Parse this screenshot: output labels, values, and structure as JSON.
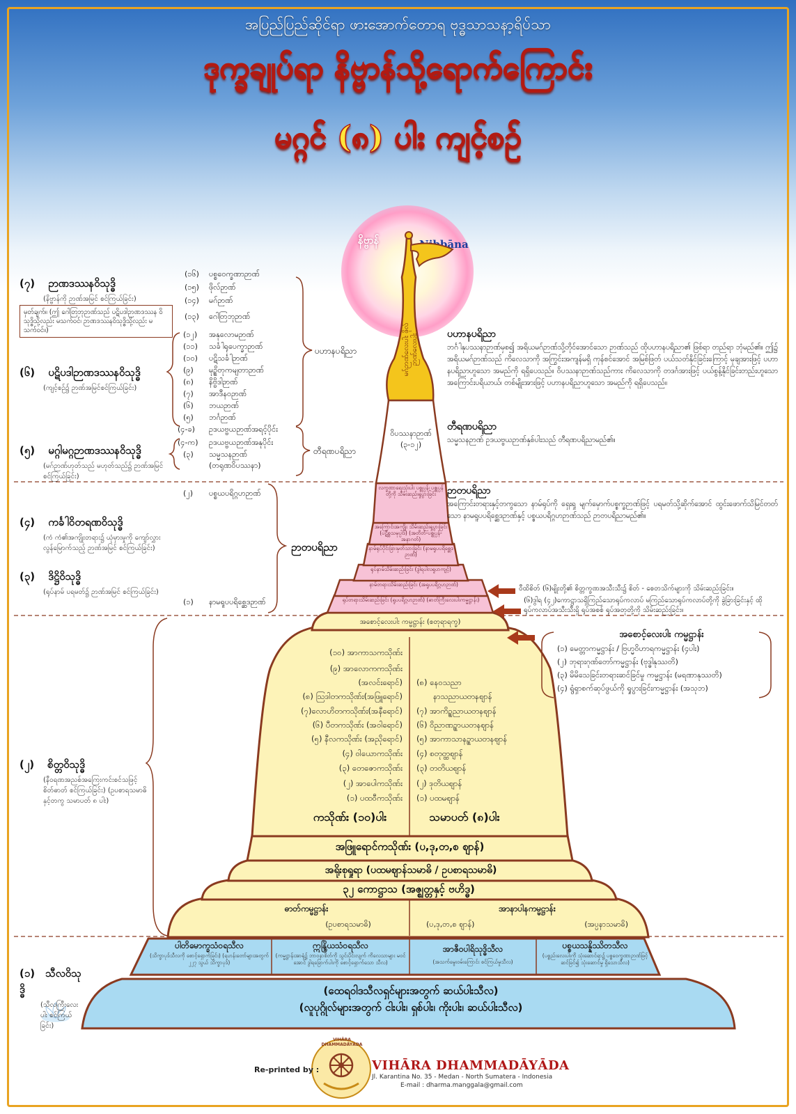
{
  "header": {
    "super_title": "အပြည်ပြည်ဆိုင်ရာ ဖားအောက်တောရ ဗုဒ္ဓသာသနာ့ရိပ်သာ",
    "title_line1": "ဒုက္ခချုပ်ရာ နိဗ္ဗာန်သို့ရောက်ကြောင်း",
    "title_line2": "မဂ္ဂင် (၈) ပါး ကျင့်စဉ်"
  },
  "summit": {
    "label_my": "နိဗ္ဗာန်",
    "label_en": "Nibbāna",
    "spire_text": "မဂ်ဉာဏ်လေးပါး ဖိုလ်ဉာဏ်လေးပါး"
  },
  "purifications": [
    {
      "num": "(၇)",
      "name": "ဉာဏဒဿနဝိသုဒ္ဓိ",
      "desc": "(နိဗ္ဗာန်ကို ဉာဏ်အမြင် စင်ကြယ်ခြင်း)"
    },
    {
      "num": "(၆)",
      "name": "ပဋိပဒါဉာဏဒဿနဝိသုဒ္ဓိ",
      "desc": "(ကျင့်စဉ်၌ ဉာဏ်အမြင်စင်ကြယ်ခြင်း)"
    },
    {
      "num": "(၅)",
      "name": "မဂ္ဂါမဂ္ဂဉာဏဒဿနဝိသုဒ္ဓိ",
      "desc": "(မဂ်ဉာဏ်ဟုတ်သည် မဟုတ်သည်၌ ဉာဏ်အမြင်စင်ကြယ်ခြင်း)"
    },
    {
      "num": "(၄)",
      "name": "ကင်္ခါဝိတရဏဝိသုဒ္ဓိ",
      "desc": "(ကံ ကံ၏အကျိုးတရား၌ ယုံမှားမှုကို ကျော်လွှားလွန်မြောက်သည့် ဉာဏ်အမြင် စင်ကြယ်ခြင်း)"
    },
    {
      "num": "(၃)",
      "name": "ဒိဋ္ဌိဝိသုဒ္ဓိ",
      "desc": "(ရုပ်နာမ် ပရမတ်၌ ဉာဏ်အမြင် စင်ကြယ်ခြင်း)"
    },
    {
      "num": "(၂)",
      "name": "စိတ္တဝိသုဒ္ဓိ",
      "desc": "(နီဝရဏအညစ်အကြေးကင်းစင်သဖြင့် စိတ်ဓာတ် စင်ကြယ်ခြင်း) (ဥပစာရသမာဓိနှင့်တကွ သမာပတ် ၈ ပါး)"
    },
    {
      "num": "(၁)",
      "name": "သီလဝိသုဒ္ဓိ",
      "desc": "(သီလကြီးလေးပါး စင်ကြယ်ခြင်း)"
    }
  ],
  "note_box": "မှတ်ချက်။ (ဤ ဂေါတြဘုဉာဏ်သည် ပဋိပဒါဉာဏဒဿန ဝိသုဒ္ဓိသို့လည်း မသက်ဝင်၊ ဉာဏဒဿနဝိသုဒ္ဓိသို့လည်း မသက်ဝင်။)",
  "insight_list": [
    {
      "num": "(၁၆)",
      "label": "ပစ္စဝေက္ခဏာဉာဏ်"
    },
    {
      "num": "(၁၅)",
      "label": "ဖိုလ်ဉာဏ်"
    },
    {
      "num": "(၁၄)",
      "label": "မဂ်ဉာဏ်"
    },
    {
      "num": "(၁၃)",
      "label": "ဂေါတြဘုဉာဏ်"
    },
    {
      "num": "(၁၂)",
      "label": "အနုလောမဉာဏ်"
    },
    {
      "num": "(၁၁)",
      "label": "သင်္ခါရုပေက္ခာဉာဏ်"
    },
    {
      "num": "(၁၀)",
      "label": "ပဋိသင်္ခါဉာဏ်"
    },
    {
      "num": "(၉)",
      "label": "မုဉ္စိတုကမျတာဉာဏ်"
    },
    {
      "num": "(၈)",
      "label": "နိဗ္ဗိဒါဉာဏ်"
    },
    {
      "num": "(၇)",
      "label": "အာဒီနဝဉာဏ်"
    },
    {
      "num": "(၆)",
      "label": "ဘယဉာဏ်"
    },
    {
      "num": "(၅)",
      "label": "ဘင်္ဂဉာဏ်"
    },
    {
      "num": "(၄-ခ)",
      "label": "ဥဒယဗ္ဗယဉာဏ်အရင့်ပိုင်း"
    },
    {
      "num": "(၄-က)",
      "label": "ဥဒယဗ္ဗယဉာဏ်အနုပိုင်း"
    },
    {
      "num": "(၃)",
      "label": "သမ္မသနဉာဏ်"
    },
    {
      "num": "",
      "label": "(တရုဏဝိပဿနာ)"
    },
    {
      "num": "(၂)",
      "label": "ပစ္စယပရိဂ္ဂဟဉာဏ်"
    },
    {
      "num": "(၁)",
      "label": "နာမရူပပရိစ္ဆေဒဉာဏ်"
    }
  ],
  "brace_labels": {
    "pahana": "ပဟာနပရိညာ",
    "tirana": "တီရဏပရိညာ",
    "nata": "ဉာတပရိညာ"
  },
  "sections": {
    "pahana_title": "ပဟာနပရိညာ",
    "pahana_text": "ဘင်္ဂါနုပဿနာဉာဏ်မှစ၍ အရိယမဂ်ဉာဏ်သို့တိုင်အောင်သော ဉာဏ်သည် ထိုပဟာနပရိညာ၏ ဖြစ်ရာ တည်ရာ ဘုံမည်၏။ ဤ၌ အရိယမဂ်ဉာဏ်သည် ကိလေသာကို အကြွင်းအကျန်မရှိ ကုန်စင်အောင် အမြစ်ဖြတ် ပယ်သတ်နိုင်ခြင်းကြောင့် မုချအားဖြင့် ပဟာနပရိညာဟူသော အမည်ကို ရရှိပေသည်။ ဝိပဿနာဉာဏ်သည်ကား ကိလေသာကို တဒင်္ဂအားဖြင့် ပယ်စွန့်နိုင်ခြင်းတည်းဟူသော အကြောင်းပရိယာယ်၊ တစ်မျိုးအားဖြင့် ပဟာနပရိညာဟူသော အမည်ကို ရရှိပေသည်။",
    "tirana_title": "တီရဏပရိညာ",
    "tirana_text": "သမ္မသနဉာဏ် ဥဒယဗ္ဗယဉာဏ်နှစ်ပါးသည် တီရဏပရိညာမည်၏။",
    "nata_title": "ဉာတပရိညာ",
    "nata_text": "အကြောင်းတရားနှင့်တကွသော နာမ်ရုပ်ကို ရှေးရှု မျက်မှောက်ပစ္စက္ခဉာဏ်ဖြင့် ပရမတ်သို့ဆိုက်အောင် ထွင်းဖောက်သိမြင်တတ်သော နာမရူပပရိစ္ဆေဒဉာဏ်နှင့် ပစ္စယပရိဂ္ဂဟဉာဏ်သည် ဉာတပရိညာမည်၏။"
  },
  "tower": {
    "vipassana": "ဝိပဿနာဉာဏ် (၃-၁၂)",
    "pink": [
      "လက္ခဏာရေးသုံးပါး ပစ္စုပ္ပန်၊ ပစ္စုပ္ပန်တို့ကို သိမ်းဆည်းရှုပွားခြင်း",
      "အကြောင်းအကျိုး သိမ်းဆည်းရှုပွားခြင်း (ပဋိစ္စသမုပ္ပါဒ်) (အတိတ်-ပစ္စုပ္ပန်-အနာဂတ်)",
      "နာမ်ရုပ်ပိုင်းခြားမှတ်သားခြင်း (နာမရူပပရိစ္ဆေဒဉာဏ်)",
      "ရုပ်နာမ်သိမ်းဆည်းခြင်း (ဒွါရပါလရူပာကျင့်)",
      "နာမ်တရားသိမ်းဆည်းခြင်း (အရူပပရိဂ္ဂဟဉာဏ်)",
      "ရုပ်တရားသိမ်းဆည်းခြင်း (ရူပပရိဂ္ဂဟဉာဏ်) (ဓာတ်ကြီးလေးပါးကမ္မဋ္ဌာန်း)"
    ],
    "four_elements_top": "အစောင့်လေးပါး ကမ္မဋ္ဌာန်း (စတုရာရက္ခ)",
    "kasina_header": "ကသိုဏ်း (၁၀)ပါး",
    "samapatti_header": "သမာပတ် (၈)ပါး",
    "kasinas": [
      "(၁၀) အာကာသကသိုဏ်း",
      "(၉) အာလောကကသိုဏ်း",
      "(အလင်းရောင်)",
      "(၈) ဩဒါတကသိုဏ်း(အဖြူရောင်)",
      "(၇)လောဟိတကသိုဏ်း(အနီရောင်)",
      "(၆) ပီတကသိုဏ်း (အဝါရောင်)",
      "(၅) နီလကသိုဏ်း (အညိုရောင်)",
      "(၄) ဝါယောကသိုဏ်း",
      "(၃) တေဇောကသိုဏ်း",
      "(၂) အာပေါကသိုဏ်း",
      "(၁) ပထဝီကသိုဏ်း"
    ],
    "samapattis": [
      "(၈) နေဝသညာ",
      "နာသညာယတနဈာန်",
      "(၇) အာကိဉ္စညာယတနဈာန်",
      "(၆) ဝိညာဏဉ္စာယတနဈာန်",
      "(၅) အာကာသာနဉ္စာယတနဈာန်",
      "(၄) စတုတ္ထဈာန်",
      "(၃) တတိယဈာန်",
      "(၂) ဒုတိယဈာန်",
      "(၁) ပထမဈာန်"
    ],
    "tier_white": "အဖြူရောင်ကသိုဏ်း (ပ,ဒု,တ,စ ဈာန်)",
    "tier_breath": "အရိုးစုရှုရာ (ပထမဈာန်သမာဓိ / ဥပစာရသမာဓိ)",
    "tier_32": "၃၂ ကောဋ္ဌာသ (အဇ္ဈတ္တနှင့် ဗဟိဒ္ဓ)",
    "base_left_title": "ဓာတ်ကမ္မဋ္ဌာန်း",
    "base_left_sub": "(ဥပစာရသမာဓိ)",
    "base_right_title": "အာနာပါနကမ္မဋ္ဌာန်း",
    "base_right_sub1": "(ပ,ဒု,တ,စ ဈာန်)",
    "base_right_sub2": "(အပ္ပနာသမာဓိ)"
  },
  "sila": {
    "c1": "ပါတိမောက္ခသံဝရသီလ",
    "c1s": "(သိက္ခာပုဒ်သီလကို စောင့်ရှောက်ခြင်း) (ရဟန်းတော်များအတွက် ၂၂၇ သွယ် သိက္ခာပုဒ်)",
    "c2": "ဣန္ဒြိယသံဝရသီလ",
    "c2s": "(ကမ္မဋ္ဌာန်းအာရုံ၌ ဘာဝနာစိတ်ကို သွင်းပိုင်းလျက် ကိလေသာများ မဝင်အောင် ဒွါရခြောက်ပါးကို စောင့်ရှောက်သော သီလ)",
    "c3": "အာဇီဝပါရိသုဒ္ဓိသီလ",
    "c3s": "(အသက်မွေးဝမ်းကြောင်း စင်ကြယ်မှုသီလ)",
    "c4": "ပစ္စယသန္နိဿိတသီလ",
    "c4s": "(ပစ္စည်းလေးပါးကို သုံးဆောင်ရာ၌ ပစ္စဝေက္ခဏာဉာဏ်ဖြင့် ဆင်ခြင်၍ သုံးဆောင်မှု ရှိသောသီလ)",
    "base1": "(ထေရဝါဒသီလရှင်များအတွက် ဆယ်ပါးသီလ)",
    "base2": "(လူပုဂ္ဂိုလ်များအတွက် ငါးပါး၊ ရှစ်ပါး၊ ကိုးပါး၊ ဆယ်ပါးသီလ)"
  },
  "arrows": [
    "ဝီထိစိတ် (၆)မျိုးတို့၏ စိတ္တက္ခဏအသီးသီး၌ စိတ် - စေတသိက်များကို သိမ်းဆည်းခြင်း။",
    "(၆)ဒွါရ (၄၂)ကောဋ္ဌာသရှိကြည်သောရုပ်ကလာပ် မကြည်သောရုပ်ကလာပ်တို့ကို ခွဲခြားခြင်းနှင့် ထိုရုပ်ကလာပ်အသီးသီးရှိ ရုပ်အစစ် ရုပ်အတုတို့ကို သိမ်းဆည်းခြင်း။"
  ],
  "guardians": {
    "title": "အစောင့်လေးပါး ကမ္မဋ္ဌာန်း",
    "items": [
      "(၁) မေတ္တာကမ္မဋ္ဌာန်း / ဗြဟ္မဝိဟာရကမ္မဋ္ဌာန်း (၄ပါး)",
      "(၂) ဘုရားဂုဏ်တော်ကမ္မဋ္ဌာန်း (ဗုဒ္ဓါနုဿတိ)",
      "(၃) မိမိသေခြင်းတရားဆင်ခြင်မှု ကမ္မဋ္ဌာန်း (မရဏာနုဿတိ)",
      "(၄) ရွံရှာစက်ဆုပ်ဖွယ်ကို ရှုပွားခြင်းကမ္မဋ္ဌာန်း (အသုဘ)"
    ]
  },
  "footer": {
    "reprinted": "Re-printed by :",
    "logo_text": "VIHĀRA DHAMMADĀYĀDA",
    "org": "VIHĀRA DHAMMADĀYĀDA",
    "address": "Jl. Karantina No. 35 - Medan - North Sumatera - Indonesia",
    "email": "E-mail : dharma.manggala@gmail.com"
  },
  "colors": {
    "brown": "#8a3a20",
    "cream": "#fdf3b8",
    "pink": "#f7c2d6",
    "blue": "#a9daf2",
    "gold": "#f4c51c",
    "title_red": "#b21a12",
    "footer_red": "#b01818"
  }
}
